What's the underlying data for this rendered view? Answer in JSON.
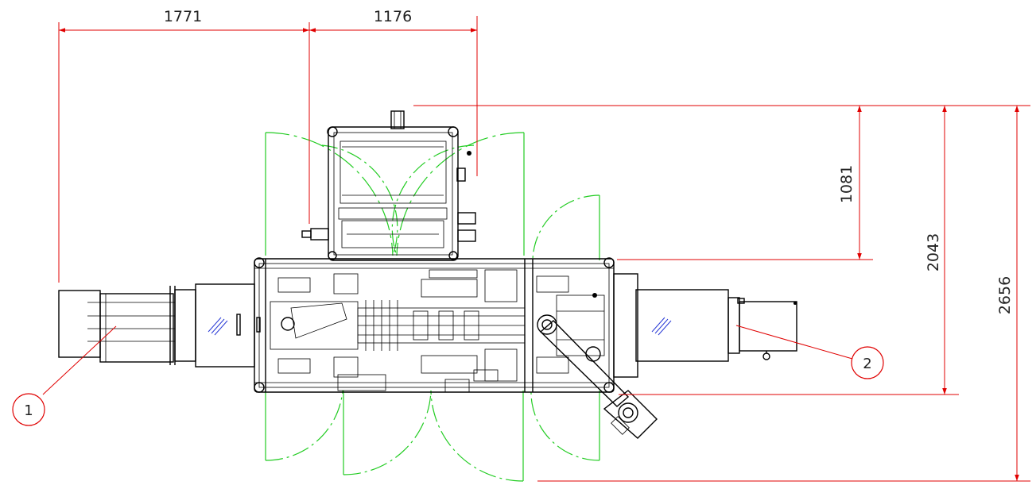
{
  "dimensions": {
    "width_left": "1771",
    "width_middle": "1176",
    "height_upper": "1081",
    "height_body": "2043",
    "height_total": "2656"
  },
  "callouts": [
    "1",
    "2"
  ],
  "colors": {
    "dimension": "#e00000",
    "safety_zone": "#22cc22",
    "machine": "#000000",
    "window": "#2a3bd6"
  }
}
